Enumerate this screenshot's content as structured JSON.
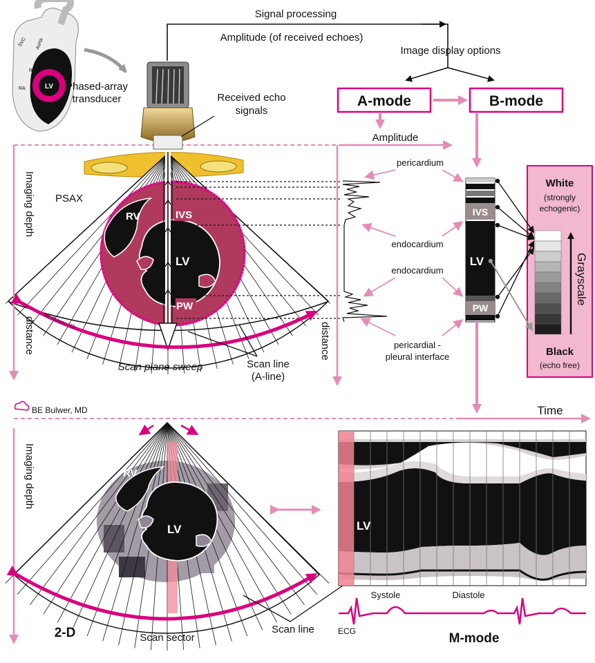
{
  "labels": {
    "signal_processing": "Signal processing",
    "amplitude_received": "Amplitude (of received echoes)",
    "image_display_options": "Image display options",
    "a_mode": "A-mode",
    "b_mode": "B-mode",
    "amplitude": "Amplitude",
    "phased_array_1": "Phased-array",
    "phased_array_2": "transducer",
    "received_echo_1": "Received echo",
    "received_echo_2": "signals",
    "psax": "PSAX",
    "rv": "RV",
    "lv": "LV",
    "ivs": "IVS",
    "pw": "PW",
    "imaging_depth": "Imaging depth",
    "distance": "distance",
    "pericardium": "pericardium",
    "endocardium_top": "endocardium",
    "endocardium_bottom": "endocardium",
    "pericardial_interface_1": "pericardial -",
    "pericardial_interface_2": "pleural interface",
    "scan_plane_sweep": "Scan plane sweep",
    "scan_line_1": "Scan line",
    "scan_line_2": "(A-line)",
    "signature": "BE Bulwer, MD",
    "time": "Time",
    "white": "White",
    "white_sub_1": "(strongly",
    "white_sub_2": "echogenic)",
    "black": "Black",
    "black_sub": "(echo free)",
    "grayscale": "Grayscale",
    "two_d": "2-D",
    "scan_sector": "Scan sector",
    "scan_line": "Scan line",
    "ecg": "ECG",
    "systole": "Systole",
    "diastole": "Diastole",
    "m_mode": "M-mode",
    "svc": "SVC",
    "aorta": "Aorta",
    "ra": "RA"
  },
  "colors": {
    "accent_pink": "#d9007e",
    "soft_pink": "#e58bb5",
    "panel_pink": "#f2b8cf",
    "myocardium": "#b03a5e",
    "fat_yellow": "#f0bf2e",
    "transducer_gold": "#c9a04a"
  }
}
